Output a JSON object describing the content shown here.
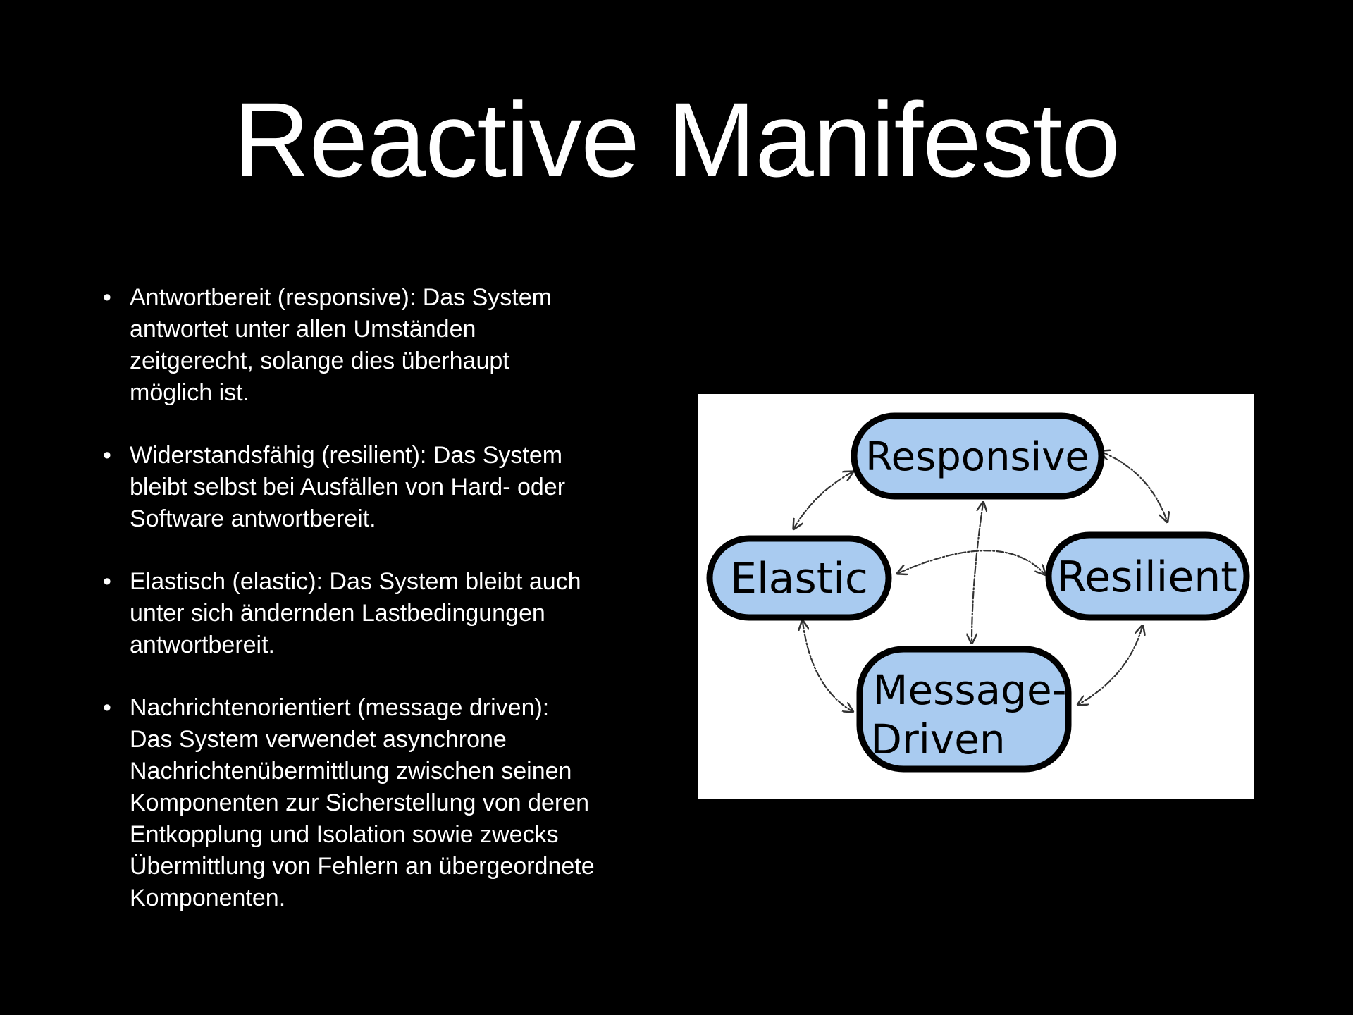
{
  "slide": {
    "title": "Reactive Manifesto",
    "bullets": [
      {
        "lines": [
          "Antwortbereit (responsive): Das System",
          "antwortet unter allen Umständen",
          "zeitgerecht, solange dies überhaupt",
          "möglich ist."
        ]
      },
      {
        "lines": [
          "Widerstandsfähig (resilient): Das System",
          "bleibt selbst bei Ausfällen von Hard- oder",
          "Software antwortbereit."
        ]
      },
      {
        "lines": [
          "Elastisch (elastic): Das System bleibt auch",
          "unter sich ändernden Lastbedingungen",
          "antwortbereit."
        ]
      },
      {
        "lines": [
          "Nachrichtenorientiert (message driven):",
          "Das System verwendet asynchrone",
          "Nachrichtenübermittlung zwischen seinen",
          "Komponenten zur Sicherstellung von deren",
          "Entkopplung und Isolation sowie zwecks",
          "Übermittlung von Fehlern an übergeordnete",
          "Komponenten."
        ]
      }
    ]
  },
  "diagram": {
    "nodes": {
      "responsive": "Responsive",
      "elastic": "Elastic",
      "resilient": "Resilient",
      "message_line1": "Message-",
      "message_line2": "Driven"
    },
    "colors": {
      "node_fill": "#a9cbf0",
      "node_stroke": "#000000",
      "arrow": "#333333",
      "background": "#ffffff"
    }
  },
  "colors": {
    "background": "#000000",
    "text": "#ffffff"
  }
}
